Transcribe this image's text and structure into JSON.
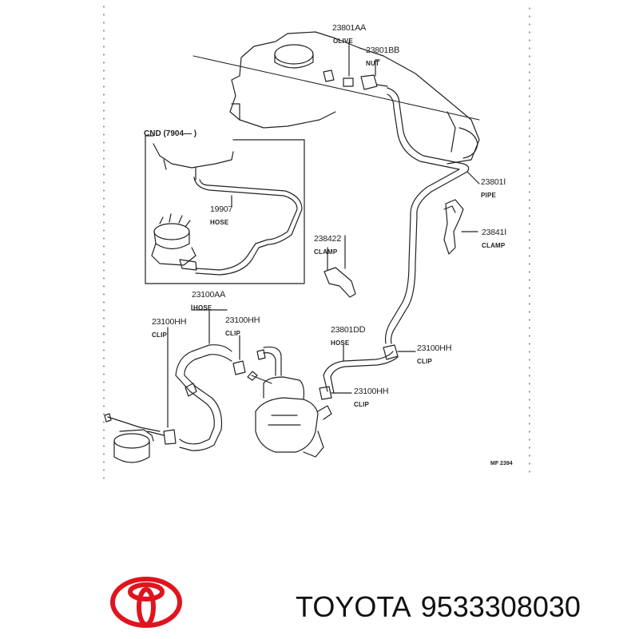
{
  "labels": {
    "olive": {
      "part": "23801A",
      "suffix": "A",
      "name": "OLIVE"
    },
    "nut": {
      "part": "23801B",
      "suffix": "B",
      "name": "NUT"
    },
    "pipe": {
      "part": "23801",
      "suffix": "I",
      "name": "PIPE"
    },
    "clamp_r": {
      "part": "23841",
      "suffix": "I",
      "name": "CLAMP"
    },
    "clamp_m": {
      "part": "23842",
      "suffix": "2",
      "name": "CLAMP"
    },
    "hose_v": {
      "part": "19907",
      "suffix": "",
      "name": "HOSE"
    },
    "hose_a": {
      "part": "23100A",
      "suffix": "A",
      "name": "HOSE"
    },
    "clip_l": {
      "part": "23100H",
      "suffix": "H",
      "name": "CLIP"
    },
    "clip_m": {
      "part": "23100H",
      "suffix": "H",
      "name": "CLIP"
    },
    "hose_d": {
      "part": "23801D",
      "suffix": "D",
      "name": "HOSE"
    },
    "clip_r": {
      "part": "23100H",
      "suffix": "H",
      "name": "CLIP"
    },
    "clip_b": {
      "part": "23100H",
      "suffix": "H",
      "name": "CLIP"
    }
  },
  "inset": {
    "title": "CND (7904—     )"
  },
  "figure_code": "MF 2394",
  "caption": {
    "brand": "TOYOTA",
    "part_number": "9533308030"
  },
  "colors": {
    "line": "#222222",
    "logo": "#e0141e"
  }
}
